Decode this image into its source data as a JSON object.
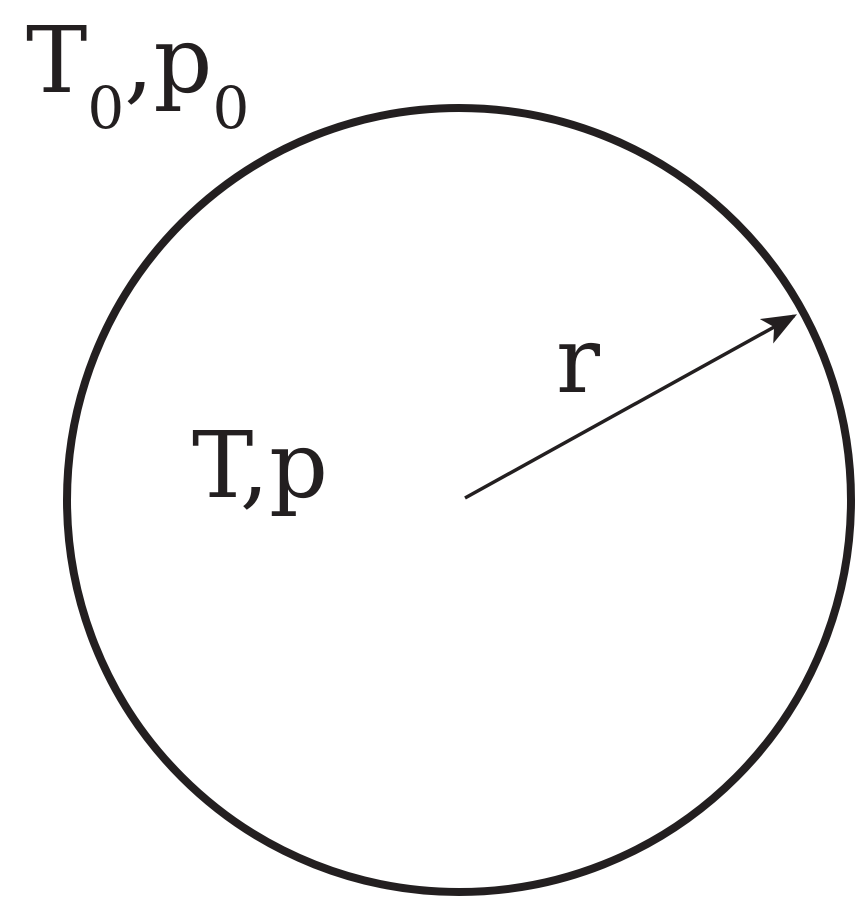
{
  "diagram": {
    "outside": {
      "temperature": "T",
      "temperature_subscript": "0",
      "separator": ",",
      "pressure": "p",
      "pressure_subscript": "0"
    },
    "inside": {
      "label": "T,p"
    },
    "radius": {
      "label": "r"
    },
    "colors": {
      "ink": "#231f20",
      "background": "#ffffff"
    }
  }
}
